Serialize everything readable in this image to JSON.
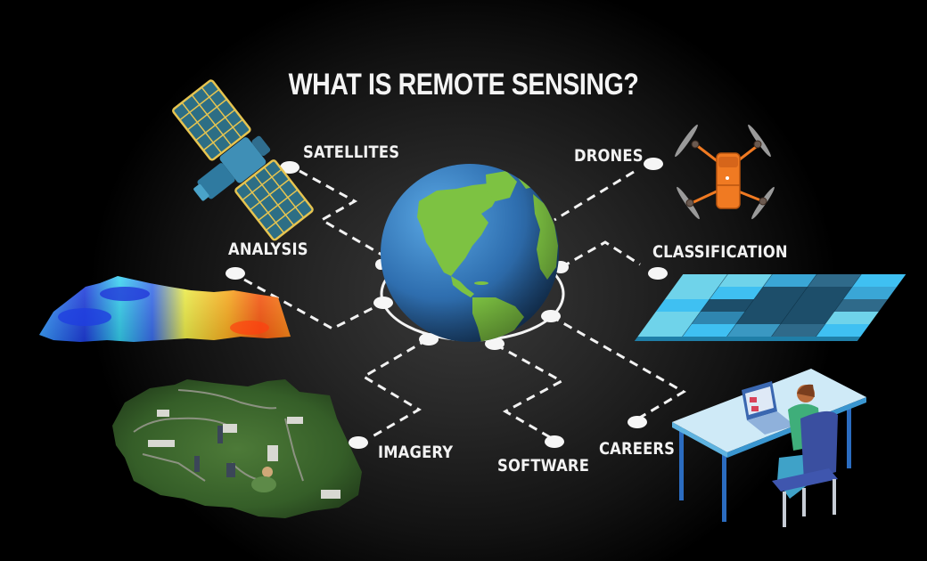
{
  "title": "WHAT IS REMOTE SENSING?",
  "center": {
    "name": "globe",
    "description": "Earth showing the Americas"
  },
  "topics": [
    {
      "id": "satellites",
      "label": "SATELLITES",
      "illustration": "satellite-icon"
    },
    {
      "id": "drones",
      "label": "DRONES",
      "illustration": "drone-icon"
    },
    {
      "id": "analysis",
      "label": "ANALYSIS",
      "illustration": "terrain-surface-icon"
    },
    {
      "id": "classification",
      "label": "CLASSIFICATION",
      "illustration": "classification-grid-icon"
    },
    {
      "id": "imagery",
      "label": "IMAGERY",
      "illustration": "aerial-map-icon"
    },
    {
      "id": "software",
      "label": "SOFTWARE",
      "illustration": null
    },
    {
      "id": "careers",
      "label": "CAREERS",
      "illustration": "person-at-desk-icon"
    }
  ],
  "colors": {
    "background": "#000000",
    "text": "#f2f2f2",
    "ocean": "#2f6fb0",
    "land": "#7dc242",
    "satellite_body": "#3f8fb6",
    "solar_panel": "#2d6e85",
    "solar_frame": "#e6c450",
    "drone": "#f07a22",
    "grid_light": "#6fd3ea",
    "grid_mid": "#3aa6d6",
    "grid_dark": "#1d4e6a",
    "desk": "#cfeaf7",
    "chair": "#3a4fa0"
  }
}
